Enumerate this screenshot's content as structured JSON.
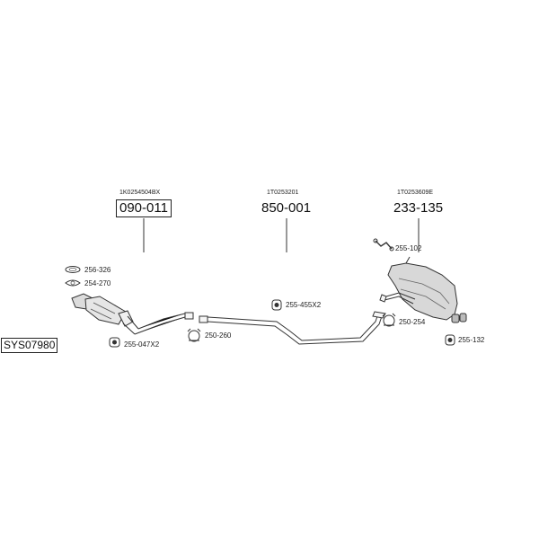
{
  "system_id": "SYS07980",
  "parts": [
    {
      "oe": "1K0254504BX",
      "number": "090-011"
    },
    {
      "oe": "1T0253201",
      "number": "850-001"
    },
    {
      "oe": "1T0253609E",
      "number": "233-135"
    }
  ],
  "accessories": [
    "256-326",
    "254-270",
    "255-047X2",
    "250-260",
    "255-455X2",
    "255-102",
    "250-254",
    "255-132"
  ]
}
